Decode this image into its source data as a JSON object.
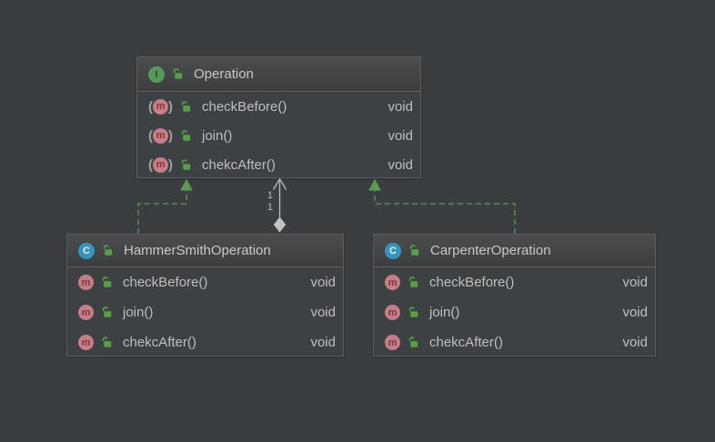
{
  "canvas": {
    "background": "#3b3e40"
  },
  "icons": {
    "interface_letter": "I",
    "class_letter": "C",
    "method_letter": "m",
    "abstract_paren_open": "(",
    "abstract_paren_close": ")"
  },
  "colors": {
    "interface_icon": "#57995b",
    "class_icon": "#3894b8",
    "method_icon": "#c57e85",
    "visibility_lock": "#57a046",
    "edge_implements": "#5c9a4e",
    "edge_aggregation": "#bbbdbd",
    "text": "#bdbfc1"
  },
  "classes": [
    {
      "name": "Operation",
      "kind": "interface",
      "methods": [
        {
          "name": "checkBefore()",
          "returns": "void"
        },
        {
          "name": "join()",
          "returns": "void"
        },
        {
          "name": "chekcAfter()",
          "returns": "void"
        }
      ]
    },
    {
      "name": "HammerSmithOperation",
      "kind": "class",
      "methods": [
        {
          "name": "checkBefore()",
          "returns": "void"
        },
        {
          "name": "join()",
          "returns": "void"
        },
        {
          "name": "chekcAfter()",
          "returns": "void"
        }
      ]
    },
    {
      "name": "CarpenterOperation",
      "kind": "class",
      "methods": [
        {
          "name": "checkBefore()",
          "returns": "void"
        },
        {
          "name": "join()",
          "returns": "void"
        },
        {
          "name": "chekcAfter()",
          "returns": "void"
        }
      ]
    }
  ],
  "edges": [
    {
      "type": "implements",
      "from": "HammerSmithOperation",
      "to": "Operation"
    },
    {
      "type": "implements",
      "from": "CarpenterOperation",
      "to": "Operation"
    },
    {
      "type": "aggregation",
      "from": "HammerSmithOperation",
      "to": "Operation",
      "multiplicities": [
        "1",
        "1"
      ]
    }
  ]
}
